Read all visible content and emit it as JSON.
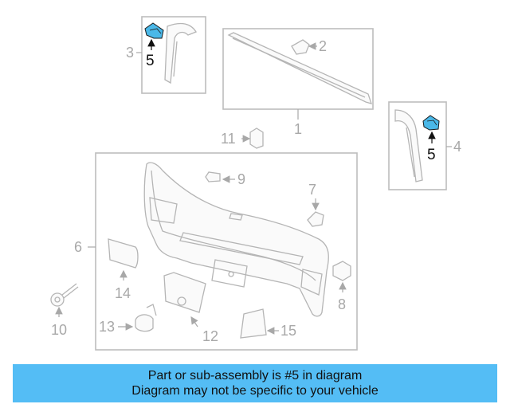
{
  "callouts": {
    "c1": "1",
    "c2": "2",
    "c3": "3",
    "c4": "4",
    "c5a": "5",
    "c5b": "5",
    "c6": "6",
    "c7": "7",
    "c8": "8",
    "c9": "9",
    "c10": "10",
    "c11": "11",
    "c12": "12",
    "c13": "13",
    "c14": "14",
    "c15": "15"
  },
  "highlight_part": "5",
  "colors": {
    "highlight": "#4ab8e8",
    "banner": "#54bdf5",
    "line": "#b5b5b5"
  },
  "banner": {
    "line1": "Part or sub-assembly is #5 in diagram",
    "line2": "Diagram may not be specific to your vehicle"
  }
}
